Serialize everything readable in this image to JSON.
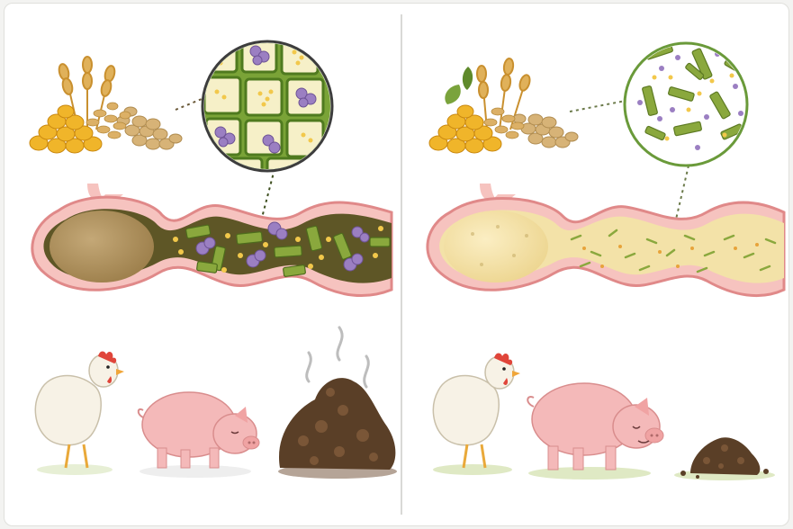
{
  "figure": {
    "background": "#f3f3f1",
    "panel_background": "#ffffff",
    "divider_color": "#d9d9d6"
  },
  "panels": [
    {
      "id": "left",
      "feed_icons": [
        "corn-kernels",
        "wheat-ear",
        "soybeans"
      ],
      "magnified_view": "intact-plant-cell-walls-with-trapped-nutrients",
      "gut_contents": "undigested-fiber-and-trapped-particles",
      "gut_color": "#5e5626",
      "stomach_color": "#b0925c",
      "animals": [
        "chicken",
        "pig"
      ],
      "manure_pile": "large-steaming"
    },
    {
      "id": "right",
      "feed_icons": [
        "corn-kernels",
        "wheat-ear",
        "soybeans",
        "leaves"
      ],
      "magnified_view": "broken-down-fiber-fragments",
      "gut_contents": "fine-digested-particles",
      "gut_color": "#f3e2a8",
      "stomach_color": "#f2dc9a",
      "animals": [
        "chicken",
        "pig"
      ],
      "manure_pile": "small"
    }
  ],
  "colors": {
    "gut_wall": "#e89a9a",
    "gut_wall_inner": "#f6c3bf",
    "fiber_green": "#8aa83d",
    "fiber_dark": "#5d7a23",
    "nutrient_yellow": "#f2c84b",
    "nutrient_purple": "#9b7fc2",
    "corn": "#f0b52a",
    "wheat": "#d9a24a",
    "soy": "#d7b377",
    "pig": "#f4b9b9",
    "chicken": "#f7f2e6",
    "comb": "#e0453a",
    "manure": "#5a3f27"
  }
}
